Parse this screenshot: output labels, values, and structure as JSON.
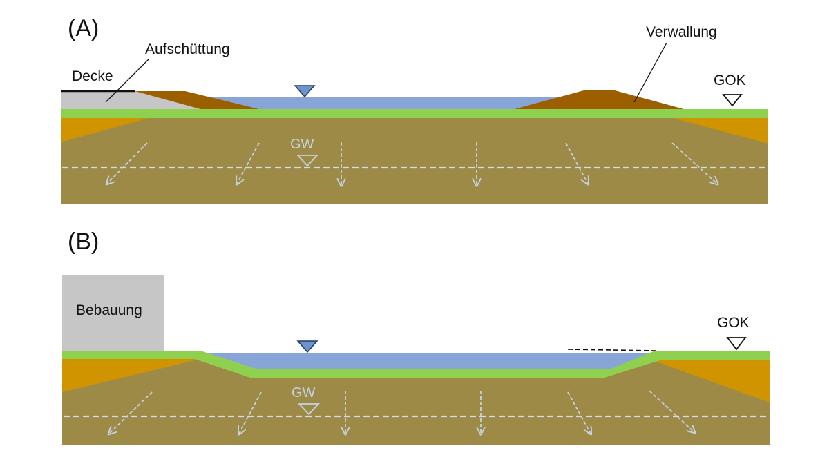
{
  "colors": {
    "water": "#87a5d6",
    "grass": "#8fd14f",
    "soil": "#9e8a47",
    "aquifer_wedge": "#cf9400",
    "embankment": "#9c5f00",
    "fill_gray": "#c6c6c6",
    "gw_marker": "#c5d2e0"
  },
  "panel_a": {
    "label": "(A)",
    "decke_label": "Decke",
    "aufschuettung_label": "Aufschüttung",
    "verwallung_label": "Verwallung",
    "gok_label": "GOK",
    "gw_label": "GW"
  },
  "panel_b": {
    "label": "(B)",
    "bebauung_label": "Bebauung",
    "gok_label": "GOK",
    "gw_label": "GW"
  },
  "icons": [
    "water-level-triangle-icon",
    "ground-level-triangle-icon",
    "groundwater-triangle-icon",
    "seepage-arrow-icon"
  ]
}
